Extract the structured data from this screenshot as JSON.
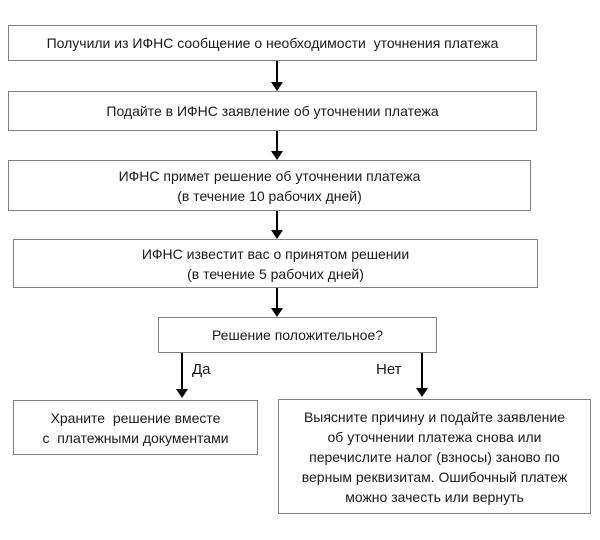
{
  "flowchart": {
    "language": "ru",
    "nodes": [
      {
        "id": "received",
        "text": "Получили из ИФНС сообщение о необходимости  уточнения платежа"
      },
      {
        "id": "submit",
        "text": "Подайте в ИФНС заявление об уточнении платежа"
      },
      {
        "id": "decide10",
        "text": "ИФНС примет решение об уточнении платежа\n(в течение 10 рабочих дней)"
      },
      {
        "id": "notify5",
        "text": "ИФНС известит вас о принятом решении\n(в течение 5 рабочих дней)"
      },
      {
        "id": "question",
        "text": "Решение положительное?"
      },
      {
        "id": "keep",
        "text": "Храните  решение вместе\nс  платежными документами"
      },
      {
        "id": "fix",
        "text": "Выясните причину и подайте заявление\nоб уточнении платежа снова или\nперечислите налог (взносы) заново по\nверным реквизитам. Ошибочный платеж\nможно зачесть или вернуть"
      }
    ],
    "branches": {
      "yes_label": "Да",
      "no_label": "Нет"
    },
    "colors": {
      "background": "#ffffff",
      "border": "#808080",
      "text": "#1a1a1a",
      "arrow": "#000000"
    }
  }
}
